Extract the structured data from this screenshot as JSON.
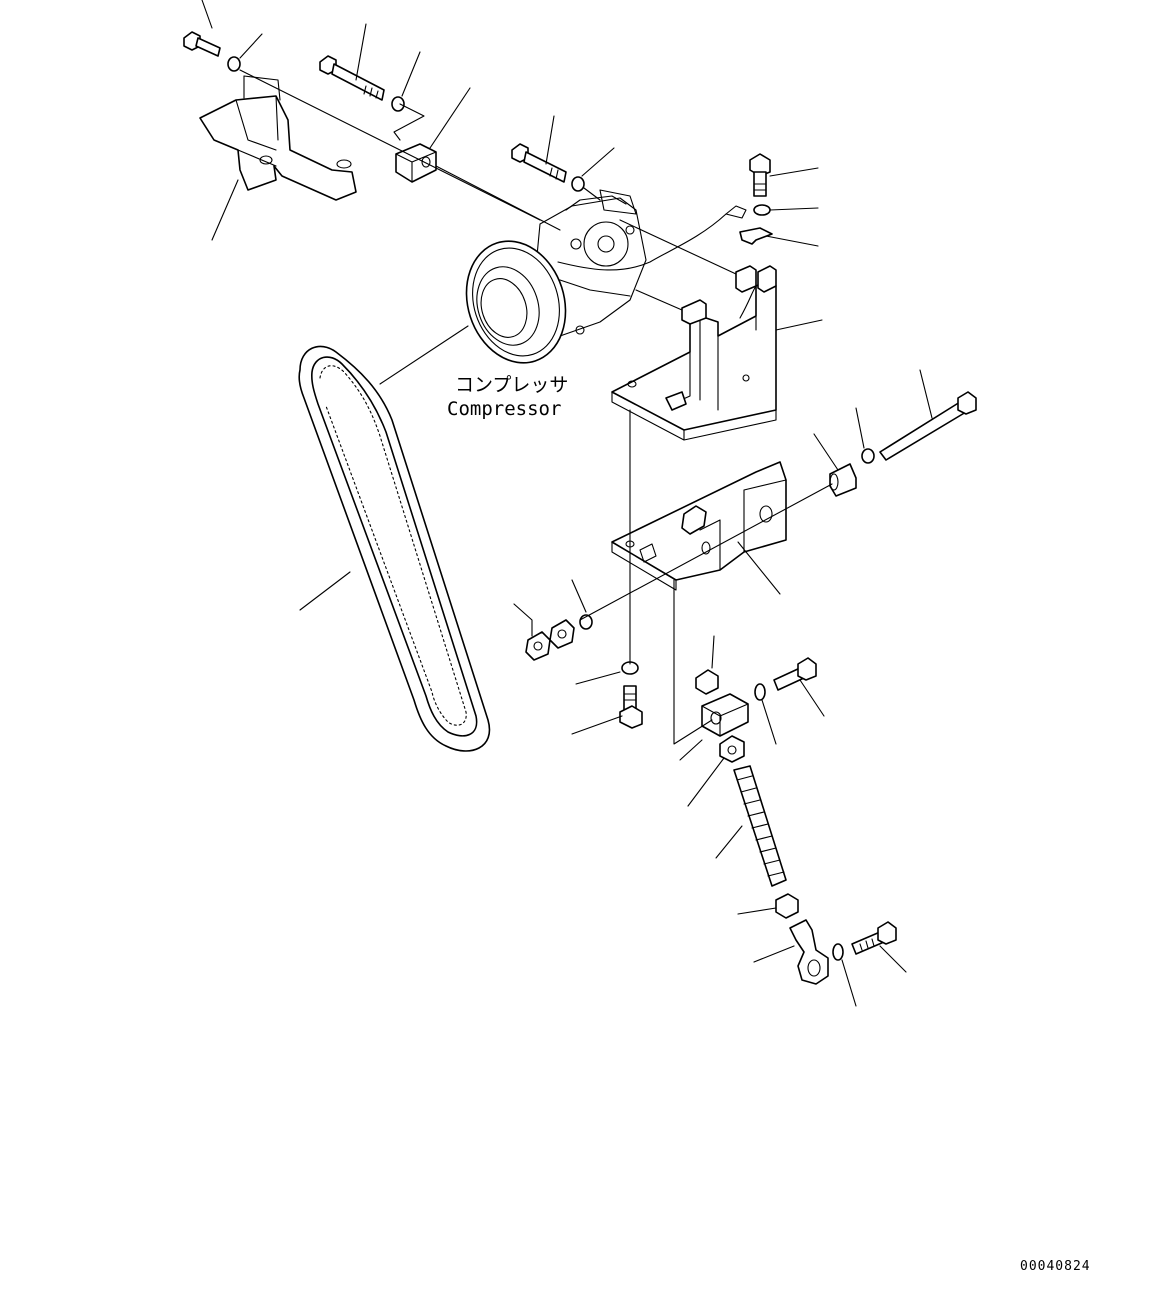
{
  "labels": {
    "compressor_jp": "コンプレッサ",
    "compressor_en": "Compressor"
  },
  "drawing_number": "00040824"
}
